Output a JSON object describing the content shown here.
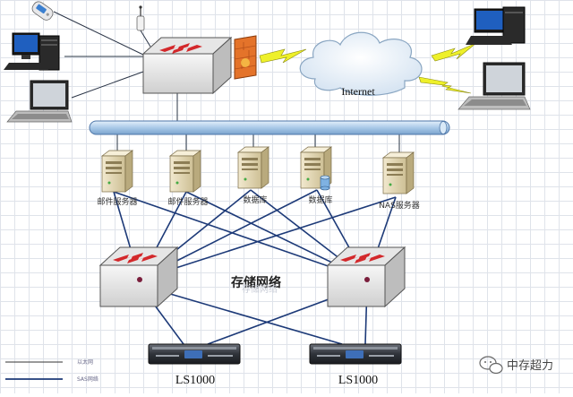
{
  "internet_label": "Internet",
  "servers": [
    {
      "label": "邮件服务器"
    },
    {
      "label": "邮件服务器"
    },
    {
      "label": "数据库"
    },
    {
      "label": "数据库"
    },
    {
      "label": "NAS服务器"
    }
  ],
  "storage_network_label": "存储网络",
  "storage_network_shadow": "存储网络",
  "storage_units": [
    {
      "label": "LS1000"
    },
    {
      "label": "LS1000"
    }
  ],
  "legend": [
    {
      "label": "以太网"
    },
    {
      "label": "SAS网络"
    }
  ],
  "brand": "中存超力",
  "colors": {
    "link": "#1d3a78",
    "bus": "#bcd6ef",
    "bus_stroke": "#4e76a8",
    "router_red": "#d3282b",
    "firewall": "#e4732a",
    "cloud": "#eef4fa",
    "lightning": "#eef02a"
  }
}
